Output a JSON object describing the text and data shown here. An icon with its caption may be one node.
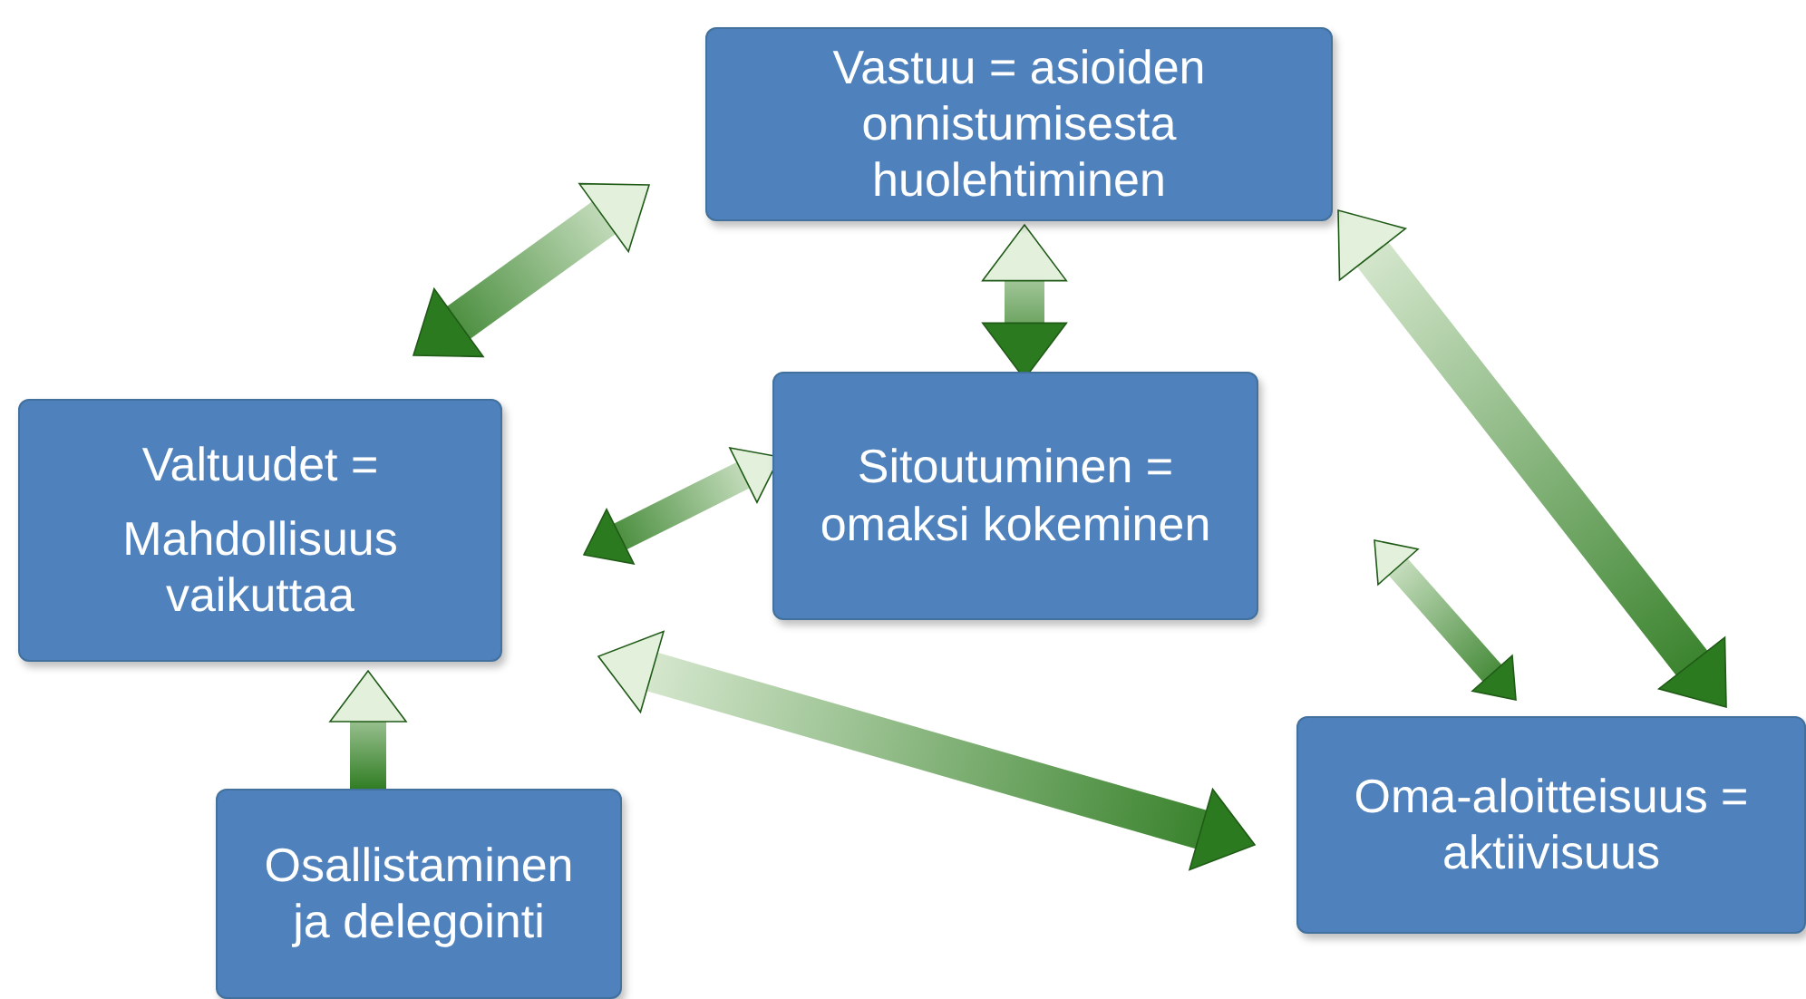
{
  "diagram": {
    "nodes": [
      {
        "text": [
          "Vastuu = asioiden onnistumisesta huolehtiminen"
        ]
      },
      {
        "text": [
          "Valtuudet =",
          "Mahdollisuus vaikuttaa"
        ]
      },
      {
        "text": [
          "Sitoutuminen = omaksi kokeminen"
        ]
      },
      {
        "text": [
          "Osallistaminen ja delegointi"
        ]
      },
      {
        "text": [
          "Oma-aloitteisuus = aktiivisuus"
        ]
      }
    ],
    "edges": [
      {
        "from": 0,
        "to": 1,
        "arrow": "both"
      },
      {
        "from": 0,
        "to": 2,
        "arrow": "both"
      },
      {
        "from": 2,
        "to": 1,
        "arrow": "both"
      },
      {
        "from": 1,
        "to": 4,
        "arrow": "both"
      },
      {
        "from": 0,
        "to": 4,
        "arrow": "both"
      },
      {
        "from": 2,
        "to": 4,
        "arrow": "both"
      },
      {
        "from": 3,
        "to": 1,
        "arrow": "to"
      }
    ]
  }
}
